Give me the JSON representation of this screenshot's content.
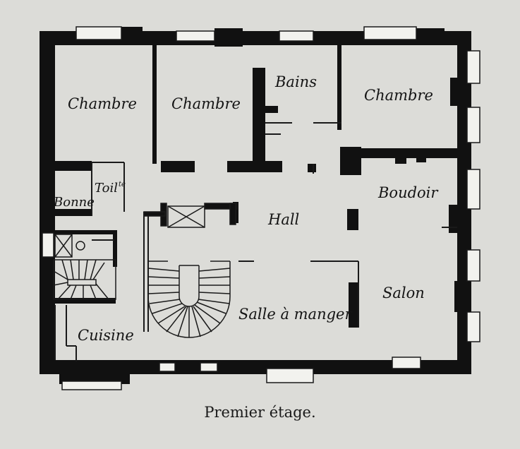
{
  "plan": {
    "caption": "Premier étage.",
    "colors": {
      "background": "#dcdcd8",
      "wall": "#111111",
      "line": "#1a1a1a",
      "window_fill": "#f2f2ee"
    },
    "rooms": {
      "chambre_1": "Chambre",
      "chambre_2": "Chambre",
      "bains": "Bains",
      "chambre_3": "Chambre",
      "toilette": "Toil",
      "toilette_sup": "te",
      "bonne": "Bonne",
      "hall": "Hall",
      "boudoir": "Boudoir",
      "salon": "Salon",
      "salle_a_manger": "Salle à manger",
      "cuisine": "Cuisine"
    }
  }
}
